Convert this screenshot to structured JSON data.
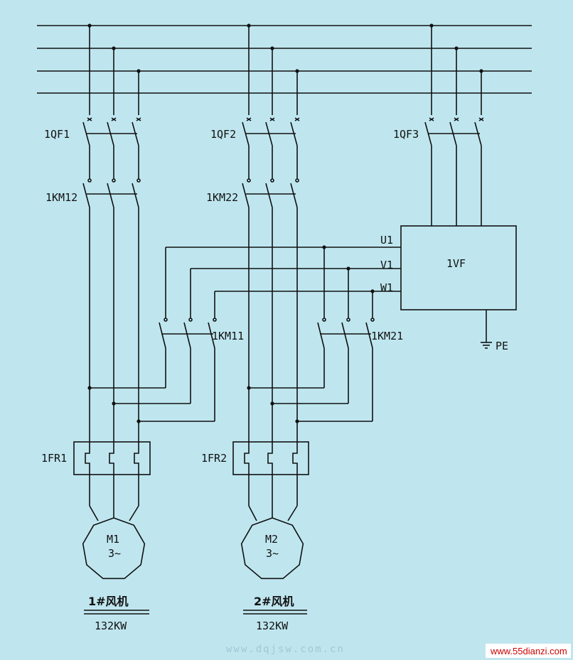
{
  "colors": {
    "background": "#bfe6ef",
    "ink": "#111111",
    "badge_bg": "#ffffff",
    "badge_text": "#cc0000"
  },
  "labels": {
    "qf1": "1QF1",
    "qf2": "1QF2",
    "qf3": "1QF3",
    "km12": "1KM12",
    "km22": "1KM22",
    "km11": "1KM11",
    "km21": "1KM21",
    "fr1": "1FR1",
    "fr2": "1FR2",
    "vf": "1VF",
    "u1": "U1",
    "v1": "V1",
    "w1": "W1",
    "pe": "PE"
  },
  "motors": [
    {
      "name": "M1",
      "phase": "3~",
      "title": "1#风机",
      "power": "132KW"
    },
    {
      "name": "M2",
      "phase": "3~",
      "title": "2#风机",
      "power": "132KW"
    }
  ],
  "watermark": "www.dqjsw.com.cn",
  "badge": "www.55dianzi.com"
}
